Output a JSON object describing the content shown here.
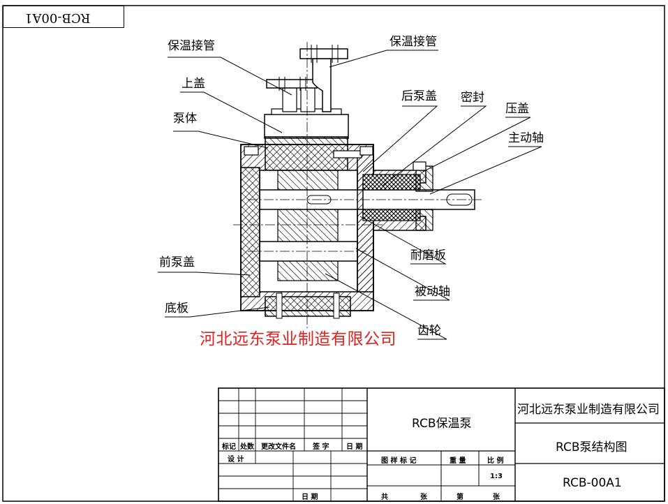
{
  "stamp": {
    "code": "RCB-00A1"
  },
  "labels": {
    "baowen_jieguan_left": "保温接管",
    "baowen_jieguan_right": "保温接管",
    "shanggai": "上盖",
    "bengti": "泵体",
    "houbenggai": "后泵盖",
    "mifeng": "密封",
    "yagai": "压盖",
    "zhudongzhou": "主动轴",
    "qianbenggai": "前泵盖",
    "naimoban": "耐磨板",
    "beidongzhou": "被动轴",
    "diban": "底板",
    "chilun": "齿轮"
  },
  "watermark": "河北远东泵业制造有限公司",
  "title_block": {
    "hdr_biaoji": "标记",
    "hdr_chushu": "处数",
    "hdr_genggai": "更改文件名",
    "hdr_qianzi": "签 字",
    "hdr_riqi": "日 期",
    "sheji": "设 计",
    "riqi_bottom": "日 期",
    "product_name": "RCB保温泵",
    "company": "河北远东泵业制造有限公司",
    "drawing_name": "RCB泵结构图",
    "drawing_no": "RCB-00A1",
    "tuyang_biaoji": "图 样 标 记",
    "zhongliang": "重 量",
    "bili": "比 例",
    "scale": "1:3",
    "gong": "共",
    "zhang1": "张",
    "di": "第",
    "zhang2": "张"
  }
}
